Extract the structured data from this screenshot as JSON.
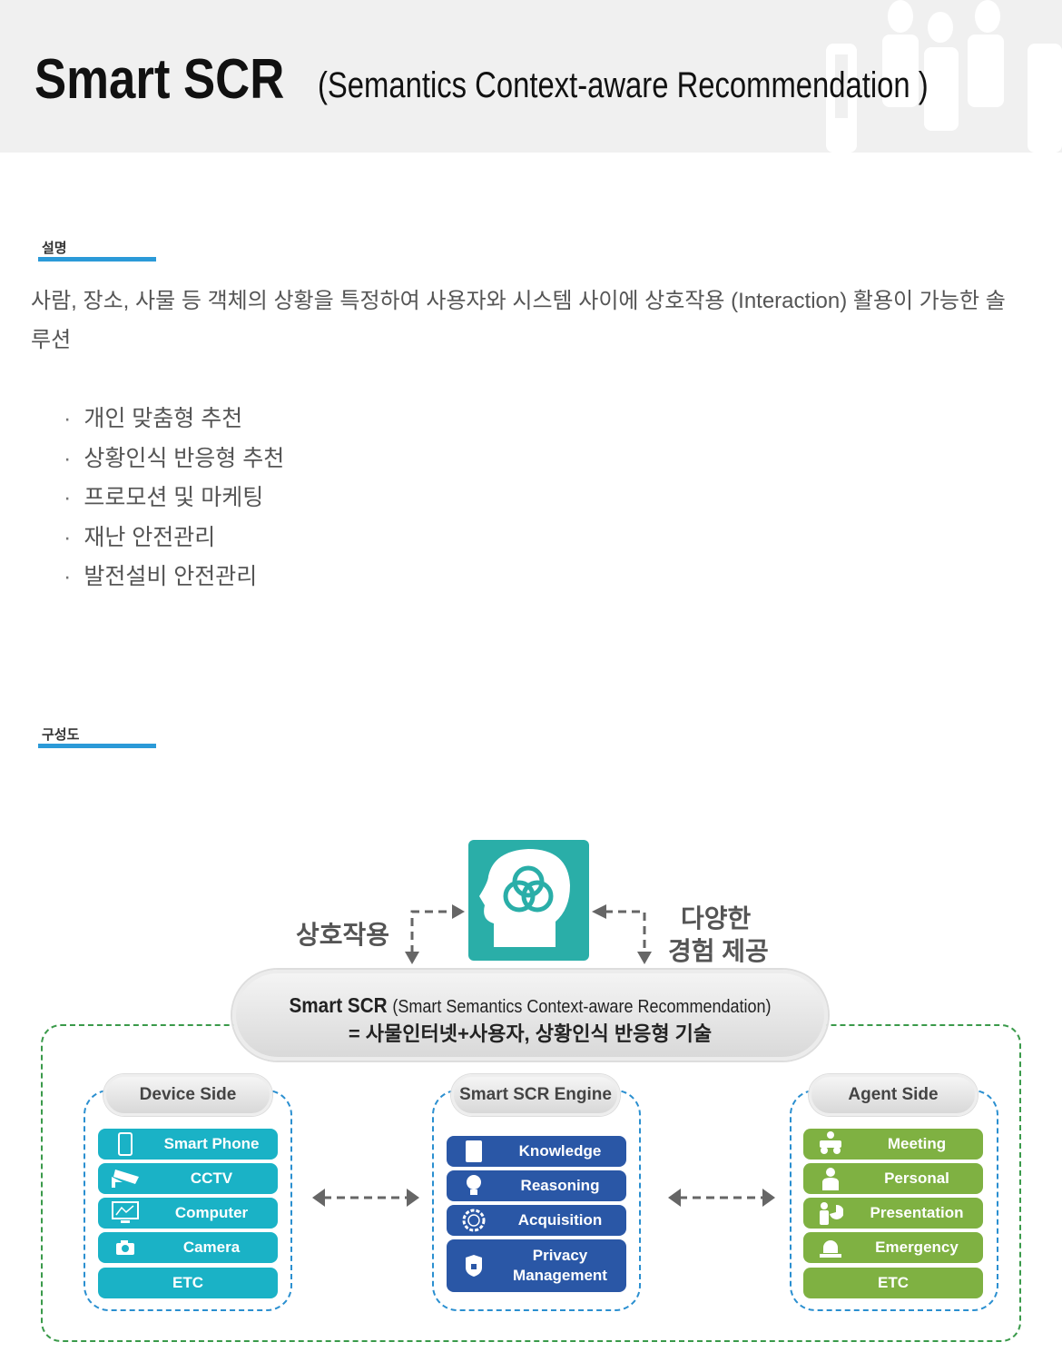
{
  "header": {
    "title": "Smart SCR",
    "subtitle": "(Semantics Context-aware Recommendation )"
  },
  "description": {
    "heading": "설명",
    "text": "사람, 장소, 사물 등 객체의 상황을 특정하여 사용자와 시스템 사이에 상호작용 (Interaction) 활용이 가능한 솔루션",
    "bullets": [
      "개인 맞춤형 추천",
      "상황인식 반응형 추천",
      "프로모션 및 마케팅",
      "재난 안전관리",
      "발전설비 안전관리"
    ]
  },
  "structure": {
    "heading": "구성도",
    "left_label": "상호작용",
    "right_label_1": "다양한",
    "right_label_2": "경험 제공",
    "pill_title": "Smart SCR",
    "pill_title_sub": "(Smart Semantics Context-aware Recommendation)",
    "pill_line2": "= 사물인터넷+사용자, 상황인식 반응형 기술",
    "device": {
      "title": "Device Side",
      "items": [
        "Smart Phone",
        "CCTV",
        "Computer",
        "Camera",
        "ETC"
      ]
    },
    "engine": {
      "title": "Smart SCR Engine",
      "items": [
        "Knowledge",
        "Reasoning",
        "Acquisition",
        "Privacy",
        "Management"
      ]
    },
    "agent": {
      "title": "Agent Side",
      "items": [
        "Meeting",
        "Personal",
        "Presentation",
        "Emergency",
        "ETC"
      ]
    },
    "colors": {
      "device": "#1ab2c6",
      "engine": "#2a57a6",
      "agent": "#7fb142",
      "brain": "#2aaea8"
    }
  }
}
